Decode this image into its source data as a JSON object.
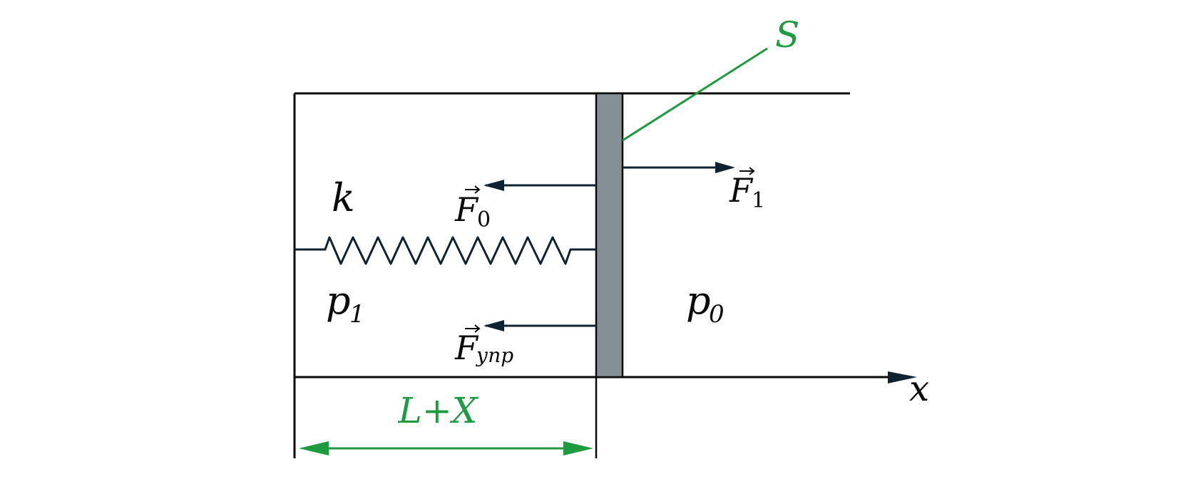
{
  "diagram": {
    "labels": {
      "area": "S",
      "spring_constant": "k",
      "pressure_left_symbol": "p",
      "pressure_left_subscript": "1",
      "pressure_right_symbol": "p",
      "pressure_right_subscript": "0",
      "force_f0_symbol": "F",
      "force_f0_subscript": "0",
      "force_f1_symbol": "F",
      "force_f1_subscript": "1",
      "force_elastic_symbol": "F",
      "force_elastic_subscript": "упр",
      "axis": "x",
      "length": "L+X"
    },
    "colors": {
      "line": "#0a0a0a",
      "arrow": "#0f2230",
      "piston_fill": "#848f96",
      "accent": "#1e9a41"
    }
  }
}
